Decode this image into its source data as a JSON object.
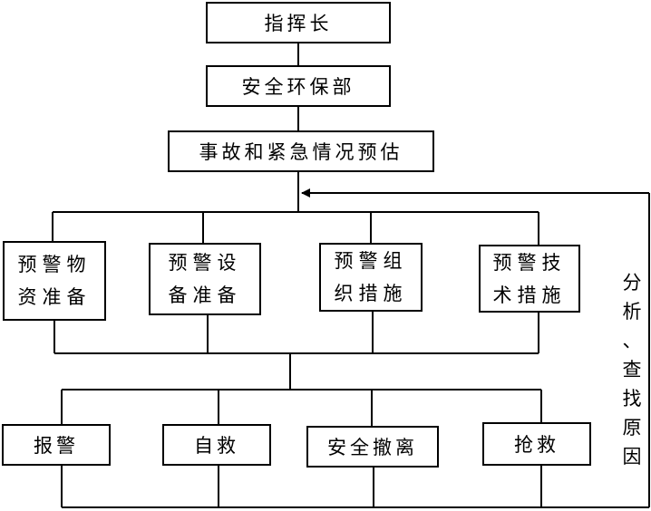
{
  "top": {
    "commander": "指挥长",
    "department": "安全环保部",
    "assessment": "事故和紧急情况预估"
  },
  "preparation": [
    {
      "line1": "预警物",
      "line2": "资准备"
    },
    {
      "line1": "预警设",
      "line2": "备准备"
    },
    {
      "line1": "预警组",
      "line2": "织措施"
    },
    {
      "line1": "预警技",
      "line2": "术措施"
    }
  ],
  "actions": [
    "报警",
    "自救",
    "安全撤离",
    "抢救"
  ],
  "feedback": [
    "分",
    "析",
    "、",
    "查",
    "找",
    "原",
    "因"
  ]
}
